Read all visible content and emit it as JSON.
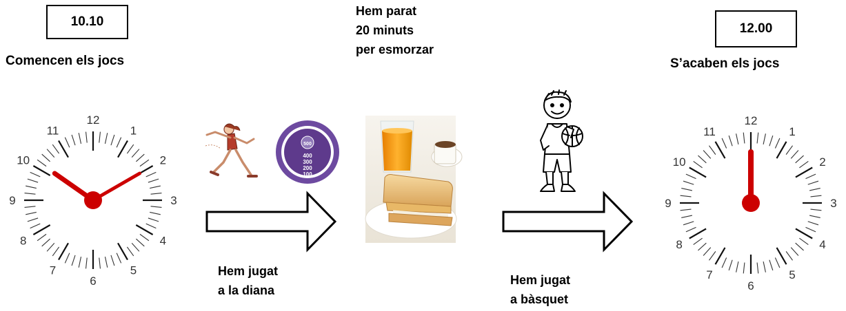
{
  "start": {
    "time": "10.10",
    "caption": "Comencen els jocs"
  },
  "end": {
    "time": "12.00",
    "caption": "S’acaben els jocs"
  },
  "breakfast_note": {
    "lines": [
      "Hem parat",
      "20 minuts",
      "per esmorzar"
    ]
  },
  "step1": {
    "lines": [
      "Hem  jugat",
      "a la diana"
    ]
  },
  "step2": {
    "lines": [
      "Hem jugat",
      "a bàsquet"
    ]
  },
  "clock_numbers": [
    "12",
    "1",
    "2",
    "3",
    "4",
    "5",
    "6",
    "7",
    "8",
    "9",
    "10",
    "11"
  ],
  "target": {
    "rings": [
      "500",
      "400",
      "300",
      "200",
      "100"
    ]
  },
  "clock_start": {
    "hour": 10,
    "minute": 10
  },
  "clock_end": {
    "hour": 12,
    "minute": 0
  },
  "colors": {
    "hand": "#cc0000",
    "target_purple": "#5e3a8c",
    "juice": "#f39c12",
    "toast": "#e8b867"
  },
  "icons": [
    "runner-girl-icon",
    "dartboard-icon",
    "breakfast-photo",
    "basketball-boy-icon",
    "arrow-right-icon"
  ]
}
